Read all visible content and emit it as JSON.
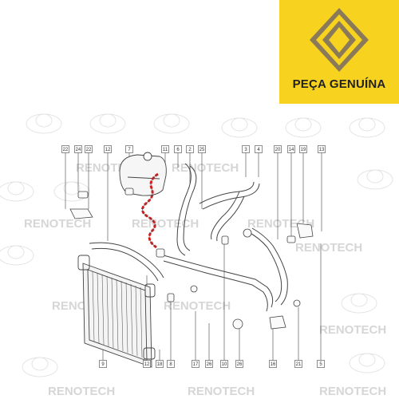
{
  "badge": {
    "text": "PEÇA GENUÍNA",
    "background": "#f7d21e",
    "logo": "renault-diamond-logo"
  },
  "watermark": {
    "text": "RENOTECH",
    "color": "#d6d6d6"
  },
  "colors": {
    "line": "#444444",
    "highlight": "#e02020"
  },
  "callouts": {
    "top": [
      "22",
      "24",
      "22",
      "12",
      "7",
      "11",
      "6",
      "2",
      "25",
      "3",
      "4",
      "20",
      "14",
      "19",
      "13"
    ],
    "bottom": [
      "9",
      "12",
      "18",
      "8",
      "17",
      "26",
      "10",
      "26",
      "16",
      "21",
      "5"
    ]
  }
}
